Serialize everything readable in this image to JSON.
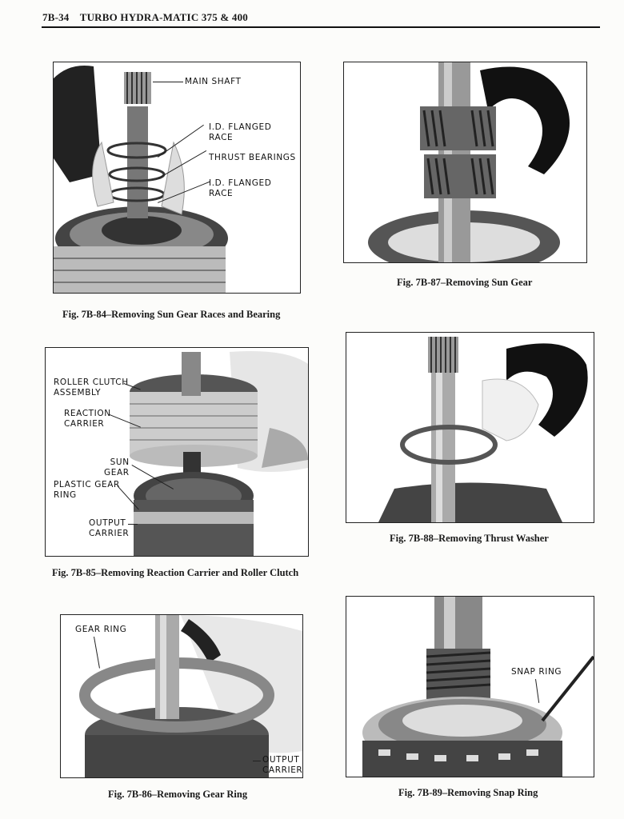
{
  "header": {
    "page_number": "7B-34",
    "title": "TURBO HYDRA-MATIC 375 & 400"
  },
  "figures": [
    {
      "id": "fig-7b-84",
      "caption": "Fig. 7B-84–Removing Sun Gear Races and Bearing",
      "labels": [
        "MAIN SHAFT",
        "I.D. FLANGED\nRACE",
        "THRUST BEARINGS",
        "I.D. FLANGED\nRACE"
      ]
    },
    {
      "id": "fig-7b-87",
      "caption": "Fig. 7B-87–Removing Sun Gear",
      "labels": []
    },
    {
      "id": "fig-7b-85",
      "caption": "Fig. 7B-85–Removing Reaction Carrier and Roller Clutch",
      "labels": [
        "ROLLER CLUTCH\nASSEMBLY",
        "REACTION\nCARRIER",
        "SUN\nGEAR",
        "PLASTIC GEAR\nRING",
        "OUTPUT\nCARRIER"
      ]
    },
    {
      "id": "fig-7b-88",
      "caption": "Fig. 7B-88–Removing Thrust Washer",
      "labels": []
    },
    {
      "id": "fig-7b-86",
      "caption": "Fig. 7B-86–Removing Gear Ring",
      "labels": [
        "GEAR RING",
        "OUTPUT\nCARRIER"
      ]
    },
    {
      "id": "fig-7b-89",
      "caption": "Fig. 7B-89–Removing Snap Ring",
      "labels": [
        "SNAP RING"
      ]
    }
  ]
}
